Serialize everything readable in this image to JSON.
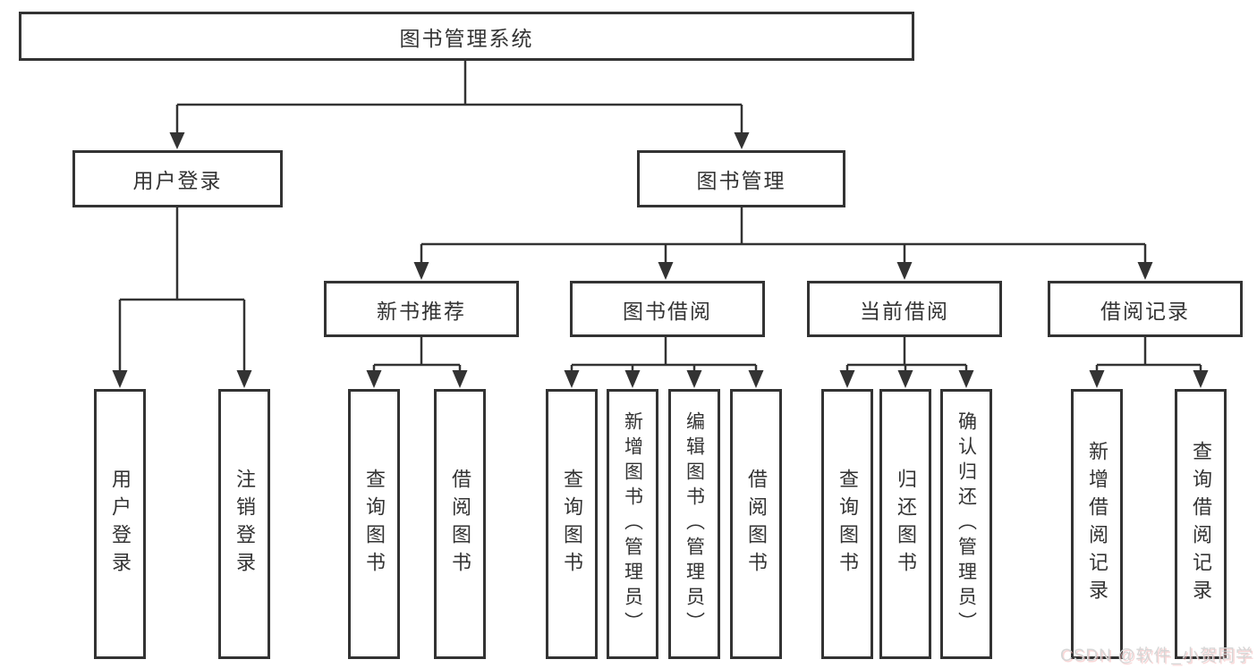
{
  "diagram": {
    "root": "图书管理系统",
    "level2": {
      "user_login": "用户登录",
      "book_mgmt": "图书管理"
    },
    "level3": {
      "new_book_rec": "新书推荐",
      "book_borrow": "图书借阅",
      "current_borrow": "当前借阅",
      "borrow_records": "借阅记录"
    },
    "leaves": {
      "user_login": [
        "用户登录",
        "注销登录"
      ],
      "new_book_rec": [
        "查询图书",
        "借阅图书"
      ],
      "book_borrow": [
        "查询图书",
        "新增图书（管理员）",
        "编辑图书（管理员）",
        "借阅图书"
      ],
      "current_borrow": [
        "查询图书",
        "归还图书",
        "确认归还（管理员）"
      ],
      "borrow_records": [
        "新增借阅记录",
        "查询借阅记录"
      ]
    },
    "watermark": "CSDN @软件_小贺同学",
    "colors": {
      "line": "#333333",
      "box_border": "#333333",
      "text": "#333333",
      "background": "#ffffff",
      "watermark_text": "#d6d6d6"
    }
  }
}
